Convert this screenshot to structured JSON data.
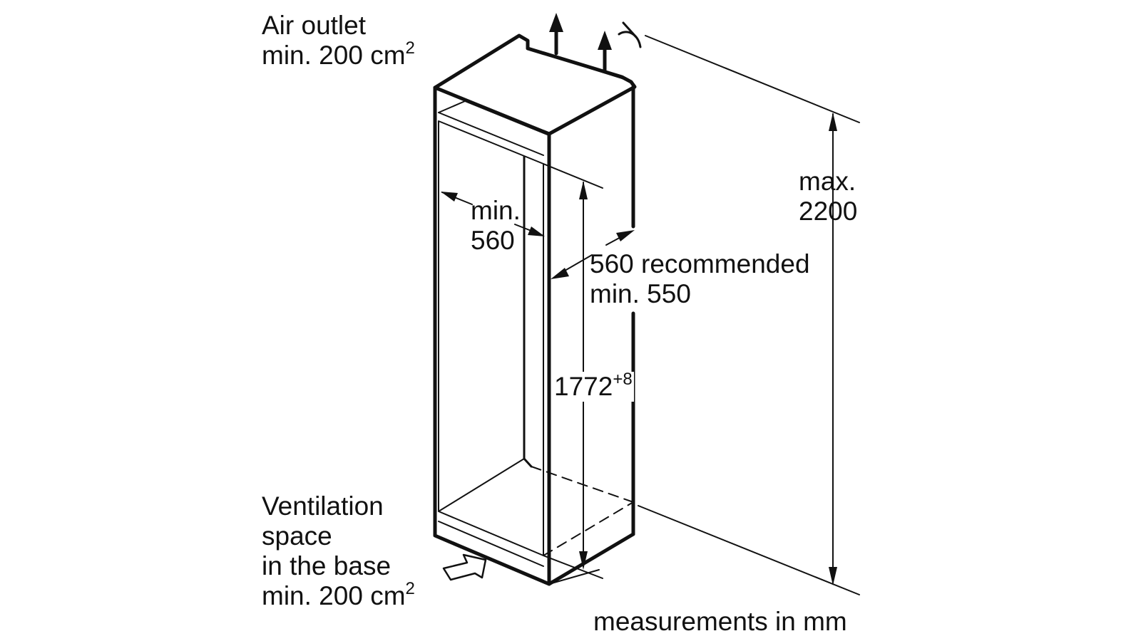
{
  "labels": {
    "air_outlet_line1": "Air outlet",
    "air_outlet_line2": "min. 200 cm",
    "air_outlet_sup": "2",
    "width_min_line1": "min.",
    "width_min_line2": "560",
    "depth_line1": "560 recommended",
    "depth_line2": "min. 550",
    "height_max_line1": "max.",
    "height_max_line2": "2200",
    "height_nominal": "1772",
    "height_tolerance": "+8",
    "ventilation_line1": "Ventilation",
    "ventilation_line2": "space",
    "ventilation_line3": "in the base",
    "ventilation_line4": "min. 200 cm",
    "ventilation_sup": "2",
    "units_note": "measurements in mm"
  },
  "colors": {
    "line": "#111111",
    "background": "#ffffff"
  }
}
